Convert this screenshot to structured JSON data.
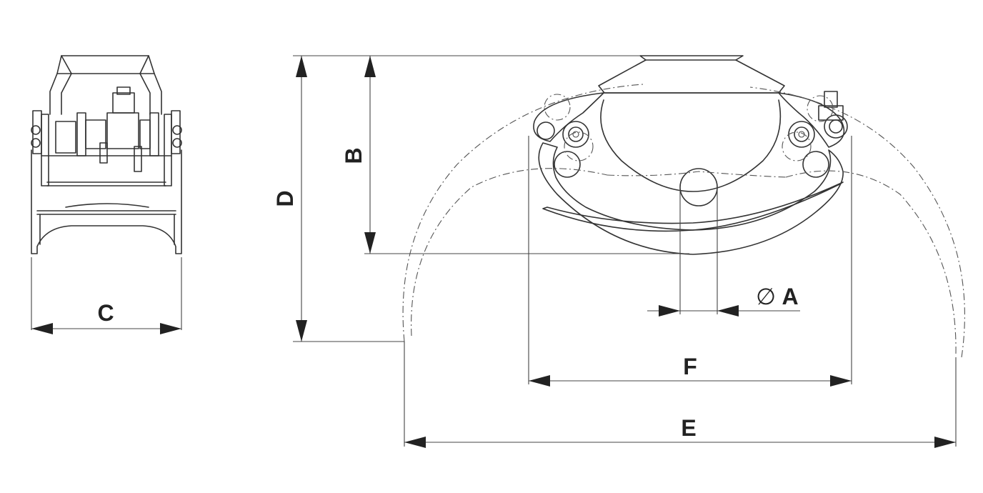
{
  "labels": {
    "A": "A",
    "diameter_symbol": "∅",
    "B": "B",
    "C": "C",
    "D": "D",
    "E": "E",
    "F": "F"
  },
  "colors": {
    "line": "#333333",
    "background": "#ffffff",
    "hatch": "#555555"
  }
}
